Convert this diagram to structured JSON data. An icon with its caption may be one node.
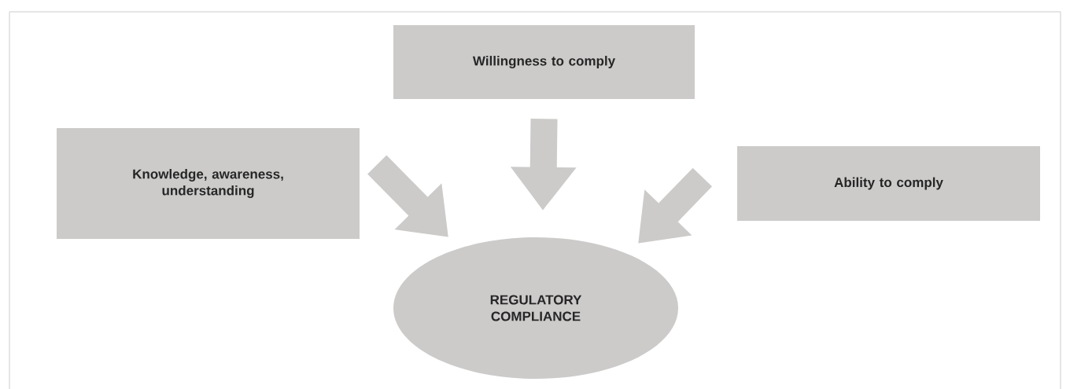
{
  "diagram": {
    "nodes": [
      {
        "text": [
          "Willingness to comply"
        ]
      },
      {
        "text": [
          "Knowledge, awareness, understanding"
        ]
      },
      {
        "text": [
          "Ability to comply"
        ]
      },
      {
        "text": [
          "REGULATORY COMPLIANCE"
        ]
      }
    ],
    "edges": [
      {
        "from": 0,
        "to": 3,
        "arrow": "to"
      },
      {
        "from": 1,
        "to": 3,
        "arrow": "to"
      },
      {
        "from": 2,
        "to": 3,
        "arrow": "to"
      }
    ]
  }
}
